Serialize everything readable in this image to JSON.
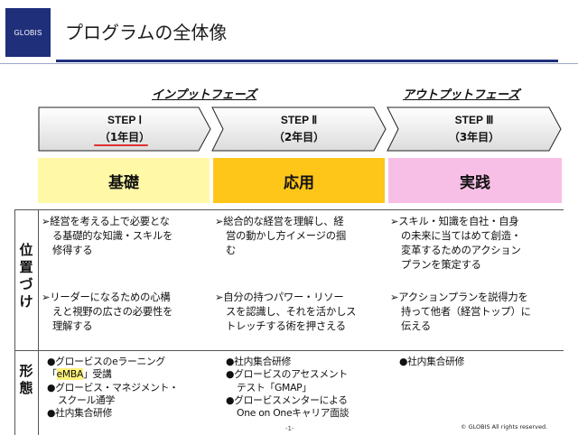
{
  "header": {
    "logo_text": "GLOBIS",
    "title": "プログラムの全体像"
  },
  "phases": {
    "input": "インプットフェーズ",
    "output": "アウトプットフェーズ"
  },
  "steps": [
    {
      "label": "STEP Ⅰ",
      "sub": "（1年目）"
    },
    {
      "label": "STEP Ⅱ",
      "sub": "（2年目）"
    },
    {
      "label": "STEP Ⅲ",
      "sub": "（3年目）"
    }
  ],
  "stages": [
    {
      "label": "基礎",
      "color": "#fff8a6"
    },
    {
      "label": "応用",
      "color": "#ffc61a"
    },
    {
      "label": "実践",
      "color": "#f8bfe6"
    }
  ],
  "rows": {
    "positioning": "位置づけ",
    "form": "形態"
  },
  "positioning": {
    "col1": {
      "p1": [
        "➢経営を考える上で必要とな",
        "る基礎的な知識・スキルを",
        "修得する"
      ],
      "p2": [
        "➢リーダーになるための心構",
        "えと視野の広さの必要性を",
        "理解する"
      ]
    },
    "col2": {
      "p1": [
        "➢総合的な経営を理解し、経",
        "営の動かし方イメージの掴",
        "む"
      ],
      "p2": [
        "➢自分の持つパワー・リソー",
        "スを認識し、それを活かしス",
        "トレッチする術を押さえる"
      ]
    },
    "col3": {
      "p1": [
        "➢スキル・知識を自社・自身",
        "の未来に当てはめて創造・",
        "変革するためのアクション",
        "プランを策定する"
      ],
      "p2": [
        "➢アクションプランを説得力を",
        "持って他者（経営トップ）に",
        "伝える"
      ]
    }
  },
  "form": {
    "col1": {
      "l1": "●グロービスのeラーニング",
      "l2_pre": "「",
      "l2_hl": "eMBA",
      "l2_post": "」受講",
      "l3": "●グロービス・マネジメント・",
      "l4": "スクール通学",
      "l5": "●社内集合研修"
    },
    "col2": [
      "●社内集合研修",
      "●グロービスのアセスメント",
      "テスト「GMAP」",
      "●グロービスメンターによる",
      "One on Oneキャリア面談"
    ],
    "col3": [
      "●社内集合研修"
    ]
  },
  "footer": {
    "page": "-1-",
    "copyright": "© GLOBIS All rights reserved."
  }
}
